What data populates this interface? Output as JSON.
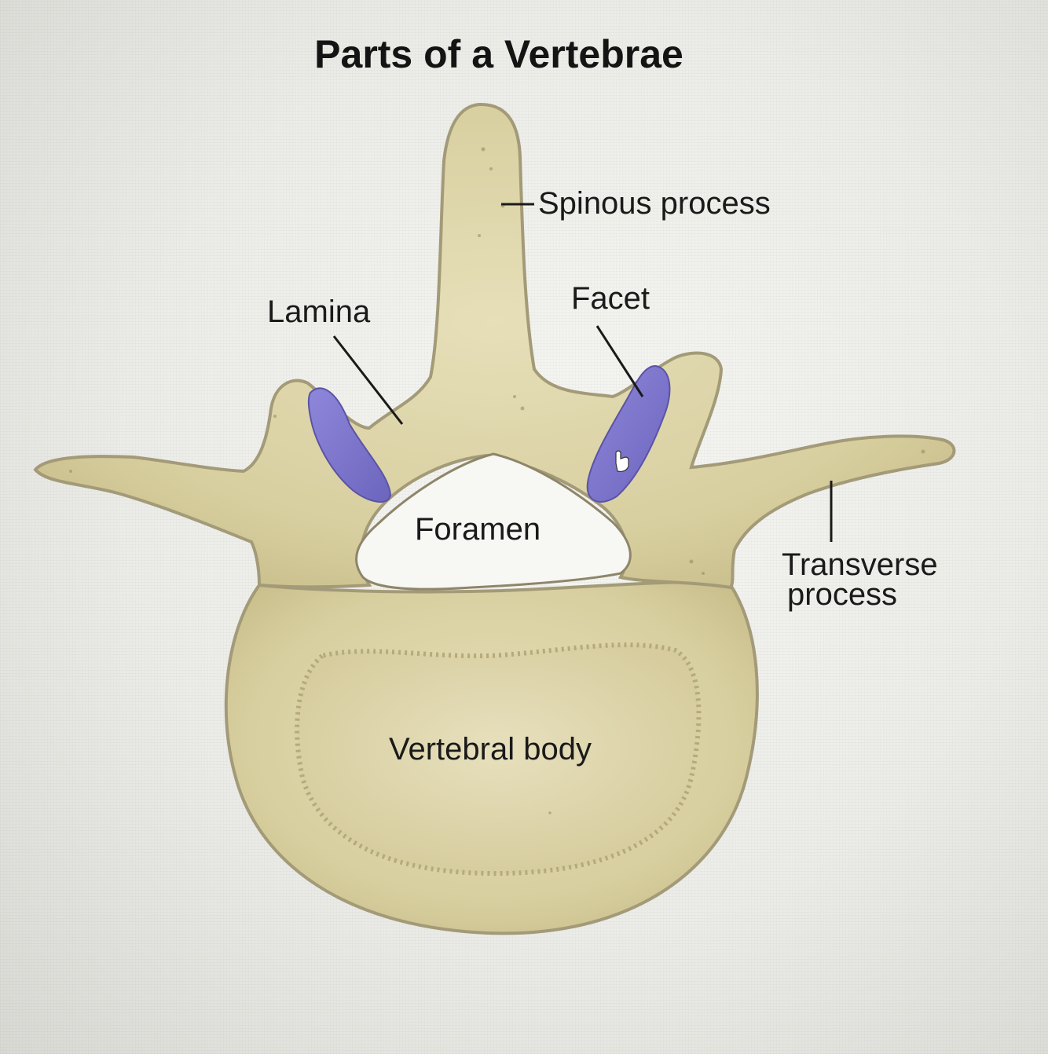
{
  "title": "Parts of a Vertebrae",
  "labels": {
    "spinous_process": "Spinous process",
    "lamina": "Lamina",
    "facet": "Facet",
    "foramen": "Foramen",
    "transverse_process_line1": "Transverse",
    "transverse_process_line2": "process",
    "vertebral_body": "Vertebral body"
  },
  "colors": {
    "bone": "#dcd3a6",
    "bone_edge": "#9b9273",
    "bone_shadow": "#c6bb88",
    "facet": "#7b74c9",
    "facet_edge": "#5a53a6",
    "foramen": "#f7f7f4"
  }
}
